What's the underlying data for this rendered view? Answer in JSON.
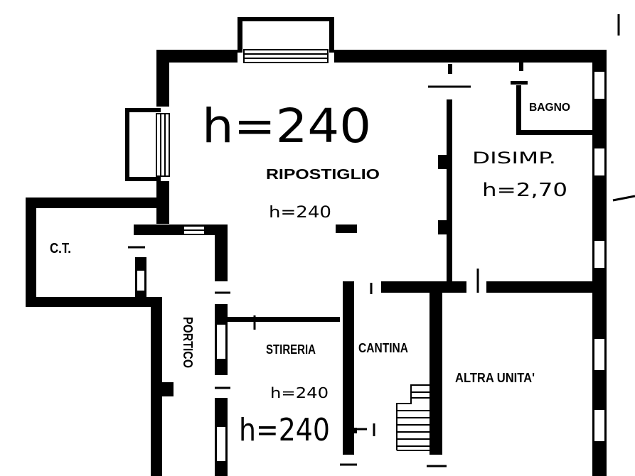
{
  "rooms": {
    "ripostiglio": "RIPOSTIGLIO",
    "disimp": "DISIMP.",
    "bagno": "BAGNO",
    "ct": "C.T.",
    "portico": "PORTICO",
    "stireria": "STIRERIA",
    "cantina": "CANTINA",
    "altra_unita": "ALTRA UNITA'"
  },
  "heights": {
    "main_handwritten": "h=240",
    "ripostiglio": "h=240",
    "disimp": "h=2,70",
    "stireria": "h=240",
    "stireria_handwritten": "h=240"
  }
}
